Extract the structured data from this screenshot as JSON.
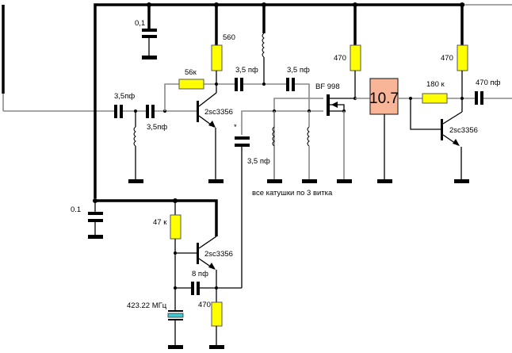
{
  "diagram": {
    "title": "RF receiver front-end schematic",
    "colors": {
      "wire": "#000000",
      "rf_wire": "#8a8a8a",
      "resistor_fill": "#ffff00",
      "filter_fill": "#f8b598",
      "crystal_fill": "#40c8d0"
    },
    "labels": {
      "c_supply_top": "0,1",
      "r_collector_q1": "560",
      "r_bias_q1": "56к",
      "c_in1": "3,5пф",
      "c_in2": "3,5пф",
      "c_q1_out": "3,5 пф",
      "c_mix_in": "3,5 пф",
      "mixer": "BF 998",
      "r_mixer_drain": "470",
      "filter": "10.7",
      "r_bias_q2": "180 к",
      "r_collector_q2": "470",
      "c_out": "470 пф",
      "q1": "2sc3356",
      "q2": "2sc3356",
      "q3": "2sc3356",
      "c_lo_couple_mark": "*",
      "c_lo_couple": "3,5 пф",
      "coil_note": "все катушки  по 3 витка",
      "c_supply_bottom": "0.1",
      "r_bias_q3": "47 к",
      "c_feedback": "8 пф",
      "crystal": "423.22 МГц",
      "r_emitter_q3": "470"
    }
  }
}
